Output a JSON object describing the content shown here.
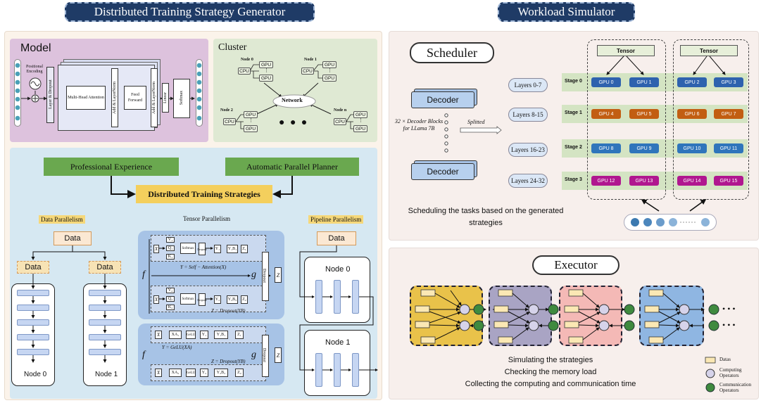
{
  "left_header": "Distributed Training Strategy Generator",
  "right_header": "Workload Simulator",
  "model": {
    "title": "Model",
    "positional_encoding": "Positional Encoding",
    "layer_dropout": "Layer & Dropout",
    "multihead": "Multi-Head Attention",
    "addnorm": "Add & LayerNorm",
    "feedforward": "Feed Forward",
    "linear": "Linear",
    "softmax": "Softmax"
  },
  "cluster": {
    "title": "Cluster",
    "network": "Network",
    "gpu": "GPU",
    "cpu": "CPU",
    "nodes": [
      "Node 0",
      "Node 1",
      "Node 2",
      "Node n"
    ],
    "more": "● ● ●"
  },
  "strategies": {
    "professional": "Professional Experience",
    "planner": "Automatic Parallel Planner",
    "center": "Distributed Training Strategies",
    "dp_title": "Data Parallelism",
    "tp_title": "Tensor Parallelism",
    "pp_title": "Pipeline Parallelism",
    "data": "Data",
    "node0": "Node 0",
    "node1": "Node 1",
    "f": "f",
    "g": "g",
    "z": "Z",
    "x": "X",
    "softmax": "Softmax",
    "dropout": "Dropout",
    "gelu": "GeLU",
    "eq1": "Y = Self − Attention(X)",
    "eq2": "Z = Dropout(YB)",
    "eq3": "Y = GeLU(XA)",
    "eq4": "Z = Dropout(YB)",
    "vk": [
      "V₁",
      "Q₁",
      "K₁"
    ],
    "vk2": [
      "V₂",
      "Q₂",
      "K₂"
    ],
    "y1": "Y₁",
    "y2": "Y₂",
    "yb1": "Y₁B₁",
    "yb2": "Y₂B₂",
    "z1": "Z₁",
    "z2": "Z₂",
    "xa1": "XA₁",
    "xa2": "XA₂"
  },
  "scheduler": {
    "title": "Scheduler",
    "decoder": "Decoder",
    "blocks": "32 × Decoder Blocks for LLama 7B",
    "splitted": "Splitted",
    "layers": [
      "Layers 0-7",
      "Layers 8-15",
      "Layers 16-23",
      "Layers 24-32"
    ],
    "stages": [
      "Stage 0",
      "Stage 1",
      "Stage 2",
      "Stage 3"
    ],
    "tensor": "Tensor",
    "gpus": [
      [
        "GPU 0",
        "GPU 1",
        "GPU 2",
        "GPU 3"
      ],
      [
        "GPU 4",
        "GPU 5",
        "GPU 6",
        "GPU 7"
      ],
      [
        "GPU 8",
        "GPU 9",
        "GPU 10",
        "GPU 11"
      ],
      [
        "GPU 12",
        "GPU 13",
        "GPU 14",
        "GPU 15"
      ]
    ],
    "caption": "Scheduling the tasks based on the generated strategies",
    "colors": {
      "stage0": "#2e62ae",
      "stage1": "#c25e12",
      "stage2": "#2f75bb",
      "stage3": "#b0178f"
    }
  },
  "executor": {
    "title": "Executor",
    "lines": [
      "Simulating the strategies",
      "Checking the memory load",
      "Collecting the computing and communication time"
    ],
    "legend": [
      "Datas",
      "Computing Operators",
      "Communication Operators"
    ],
    "dots": "• • •"
  }
}
